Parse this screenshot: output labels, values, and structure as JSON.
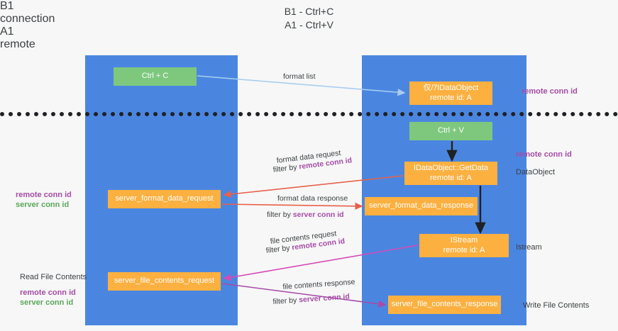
{
  "title": "B1 - Ctrl+C\nA1 - Ctrl+V",
  "title_line1": "B1 - Ctrl+C",
  "title_line2": "A1 - Ctrl+V",
  "lanes": [
    {
      "id": "b1",
      "name": "B1",
      "role": "connection",
      "color": "#4a86e0"
    },
    {
      "id": "a1",
      "name": "A1",
      "role": "remote",
      "color": "#4a86e0"
    }
  ],
  "nodes": {
    "ctrl_c": {
      "line1": "Ctrl + C",
      "line2": "",
      "color": "#7ec87e"
    },
    "data_object": {
      "line1": "仅/ｱIDataObject",
      "line2": "remote id: A",
      "color": "#fbb040"
    },
    "ctrl_v": {
      "line1": "Ctrl + V",
      "line2": "",
      "color": "#7ec87e"
    },
    "get_data": {
      "line1": "IDataObject::GetData",
      "line2": "remote id: A",
      "color": "#fbb040"
    },
    "server_format_data_request": {
      "line1": "server_format_data_request",
      "line2": "",
      "color": "#fbb040"
    },
    "server_format_data_response": {
      "line1": "server_format_data_response",
      "line2": "",
      "color": "#fbb040"
    },
    "istream": {
      "line1": "IStream",
      "line2": "remote id: A",
      "color": "#fbb040"
    },
    "server_file_contents_request": {
      "line1": "server_file_contents_request",
      "line2": "",
      "color": "#fbb040"
    },
    "server_file_contents_response": {
      "line1": "server_file_contents_response",
      "line2": "",
      "color": "#fbb040"
    }
  },
  "edges": {
    "format_list": {
      "label": "format list",
      "color": "#a8cdf0"
    },
    "format_data_request": {
      "label": "format data request",
      "filter_prefix": "filter by ",
      "filter_key": "remote conn id",
      "color": "#e8604c"
    },
    "format_data_response": {
      "label": "format data response",
      "filter_prefix": "filter by ",
      "filter_key": "server conn id",
      "color": "#e8604c"
    },
    "file_contents_request": {
      "label": "file contents request",
      "filter_prefix": "filter by ",
      "filter_key": "remote conn id",
      "color": "#d44bb8"
    },
    "file_contents_response": {
      "label": "file contents response",
      "filter_prefix": "filter by ",
      "filter_key": "server conn id",
      "color": "#a64ca6"
    }
  },
  "side_labels": {
    "remote_conn_id_top": "remote conn id",
    "remote_conn_id_mid": "remote conn id",
    "data_object": "DataObject",
    "istream": "Istream",
    "write_file_contents": "Write File Contents"
  },
  "left_labels": {
    "remote_conn_id_1": "remote conn id",
    "server_conn_id_1": "server conn id",
    "read_file_contents": "Read File Contents",
    "remote_conn_id_2": "remote conn id",
    "server_conn_id_2": "server conn id"
  },
  "colors": {
    "lane": "#4a86e0",
    "green_node": "#7ec87e",
    "orange_node": "#fbb040",
    "purple_text": "#a64ca6",
    "green_text": "#5aa85a",
    "red_arrow": "#e8604c",
    "magenta_arrow": "#d44bb8",
    "light_blue_arrow": "#a8cdf0",
    "divider": "#202124",
    "background": "#f7f7f7"
  }
}
